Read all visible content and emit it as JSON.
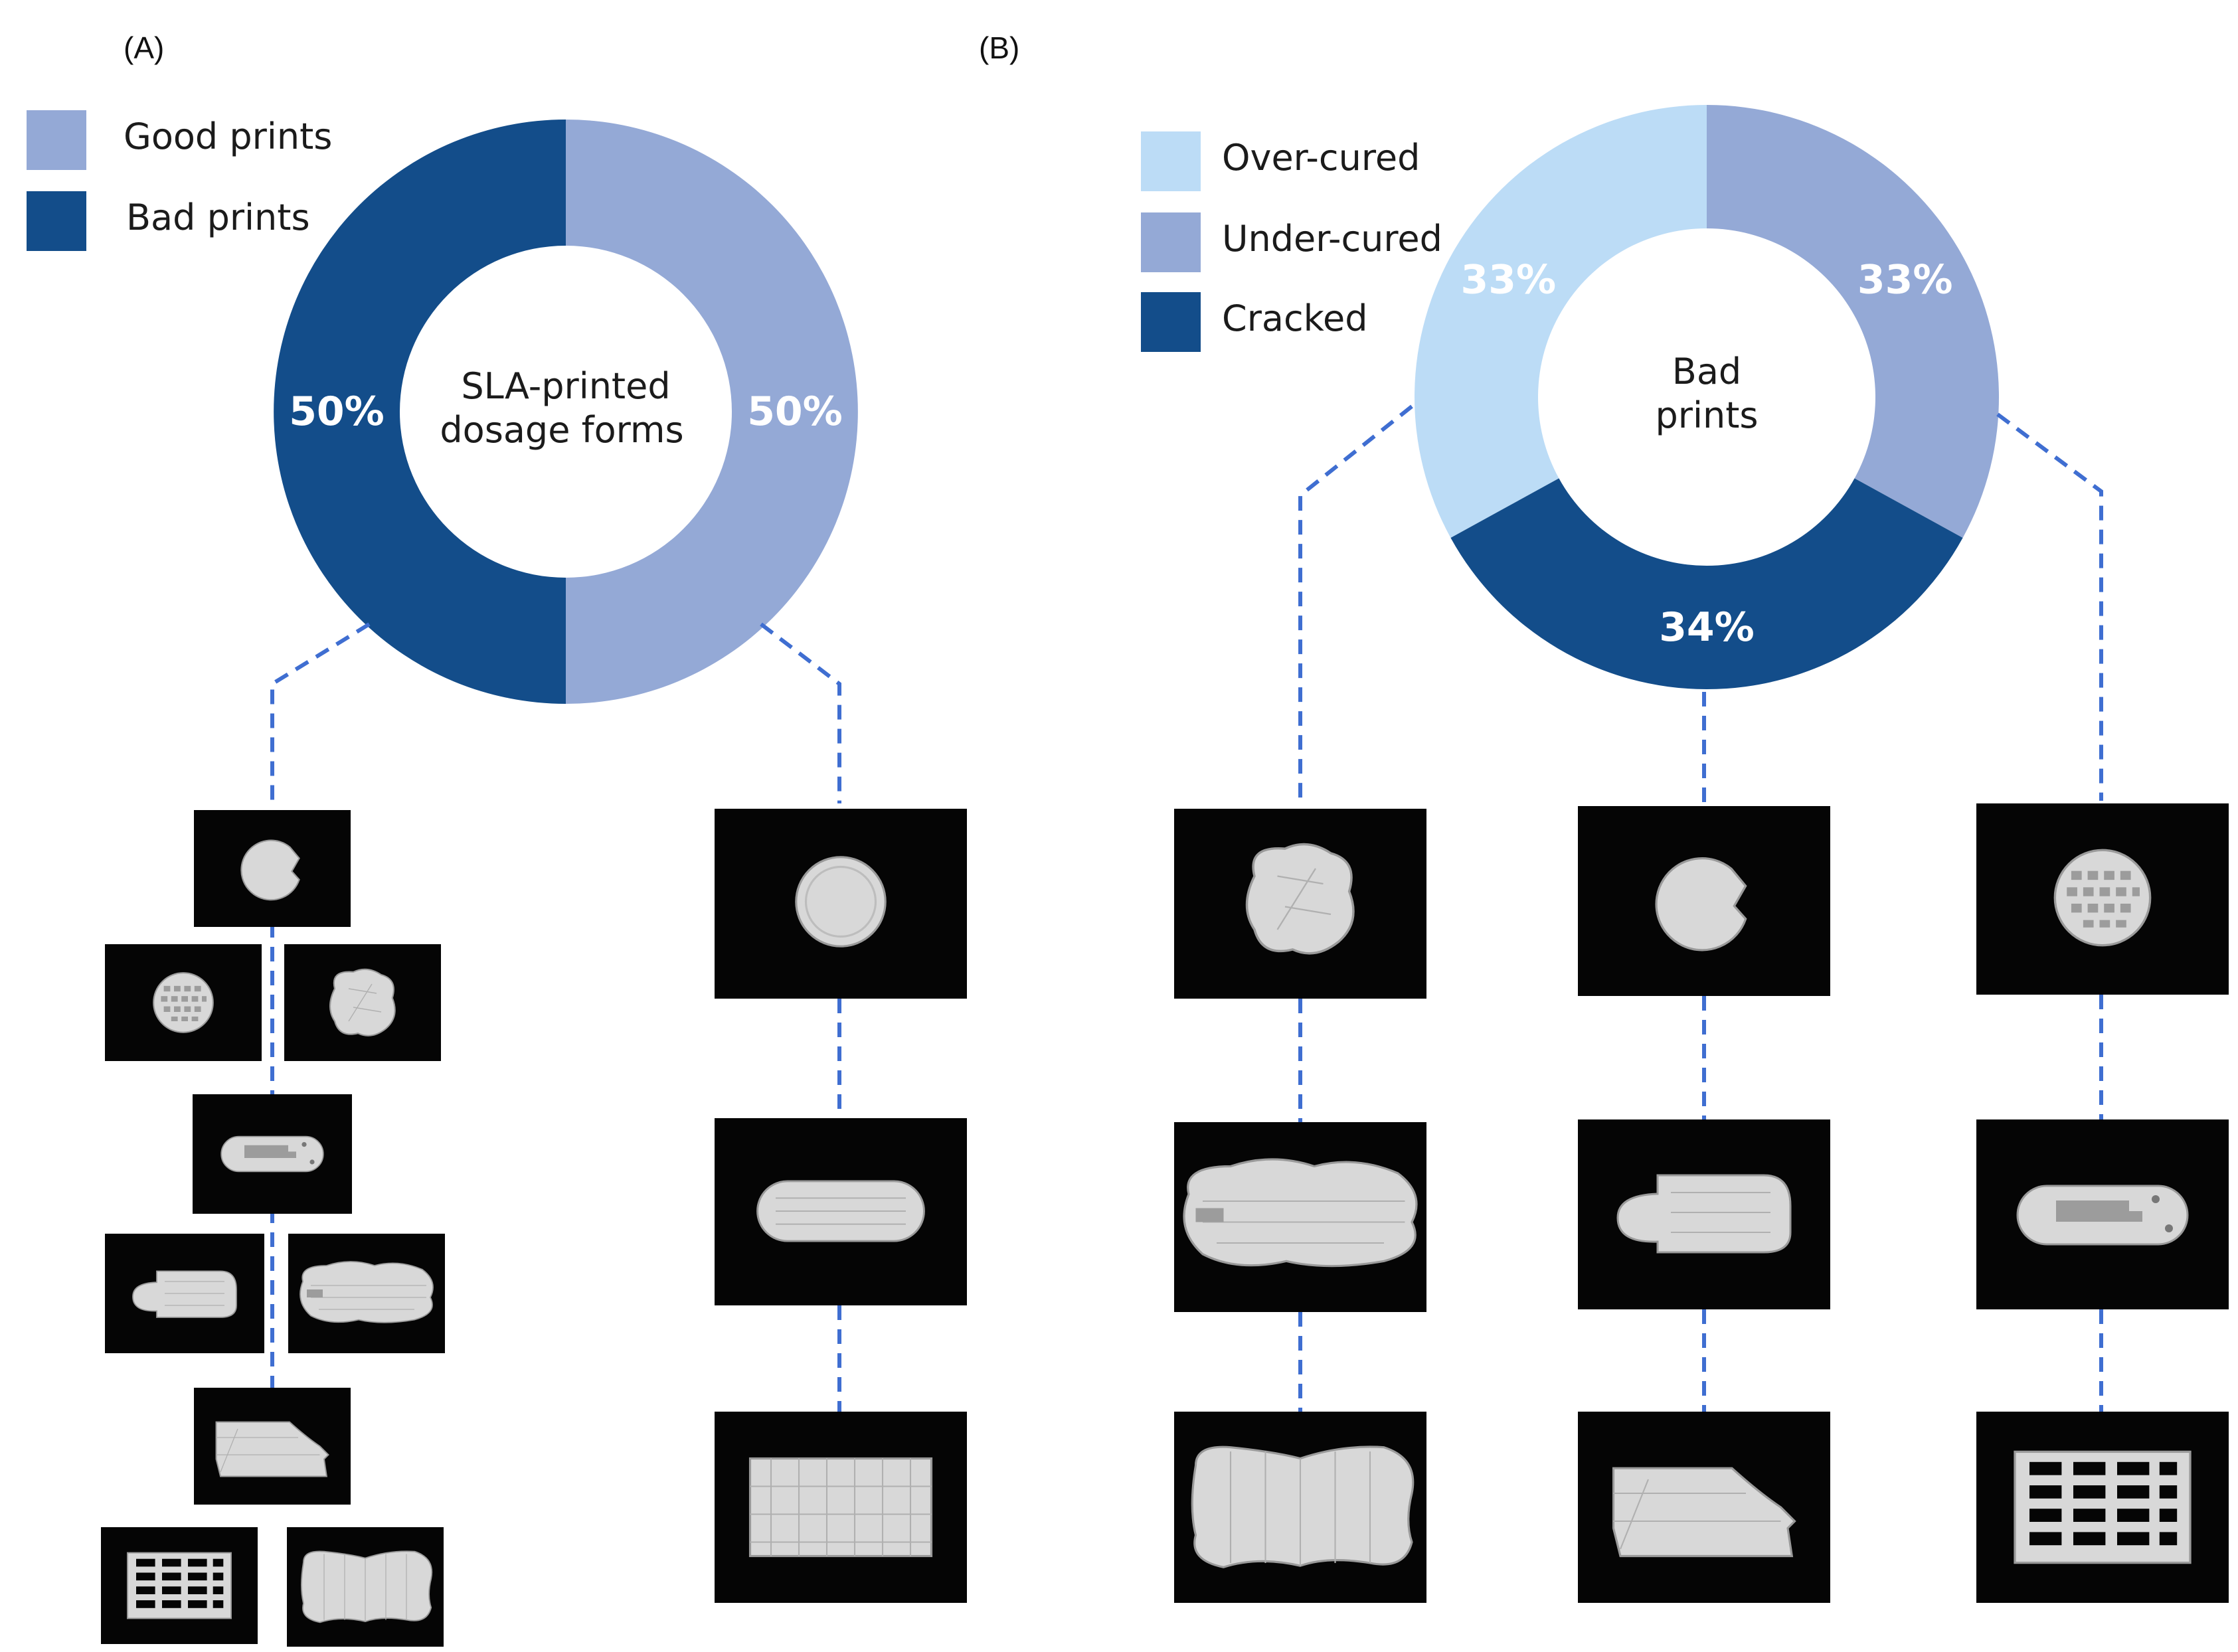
{
  "panels": {
    "a_label": "(A)",
    "b_label": "(B)"
  },
  "colors": {
    "good": "#94a9d6",
    "bad": "#134d8a",
    "over_cured": "#bcdcf6",
    "under_cured": "#94a9d6",
    "cracked": "#134d8a",
    "connector": "#3f6ed1"
  },
  "chart_data": [
    {
      "type": "pie",
      "variant": "donut",
      "center_label": [
        "SLA-printed",
        "dosage forms"
      ],
      "categories": [
        "Good prints",
        "Bad prints"
      ],
      "values": [
        50,
        50
      ],
      "value_labels": [
        "50%",
        "50%"
      ],
      "colors": [
        "#94a9d6",
        "#134d8a"
      ],
      "legend_placement": "top-left"
    },
    {
      "type": "pie",
      "variant": "donut",
      "center_label": [
        "Bad",
        "prints"
      ],
      "categories": [
        "Over-cured",
        "Under-cured",
        "Cracked"
      ],
      "values": [
        33,
        33,
        34
      ],
      "value_labels": [
        "33%",
        "33%",
        "34%"
      ],
      "colors": [
        "#bcdcf6",
        "#94a9d6",
        "#134d8a"
      ],
      "legend_placement": "top-left"
    }
  ],
  "icons": {
    "a_bad_photos": [
      "round-tablet-with-notch-icon",
      "grid-disc-tablet-icon",
      "deformed-tablet-icon",
      "notched-capsule-icon",
      "partial-capsule-icon",
      "deformed-capsule-icon",
      "broken-slab-icon",
      "grid-slab-icon",
      "deformed-slab-icon"
    ],
    "a_good_photos": [
      "round-tablet-icon",
      "capsule-icon",
      "slab-icon"
    ],
    "b_over_cured_photos": [
      "deformed-tablet-icon",
      "deformed-capsule-icon",
      "deformed-slab-icon"
    ],
    "b_cracked_photos": [
      "round-tablet-with-notch-icon",
      "partial-capsule-icon",
      "broken-slab-icon"
    ],
    "b_under_cured_photos": [
      "grid-disc-tablet-icon",
      "notched-capsule-icon",
      "grid-slab-icon"
    ]
  }
}
